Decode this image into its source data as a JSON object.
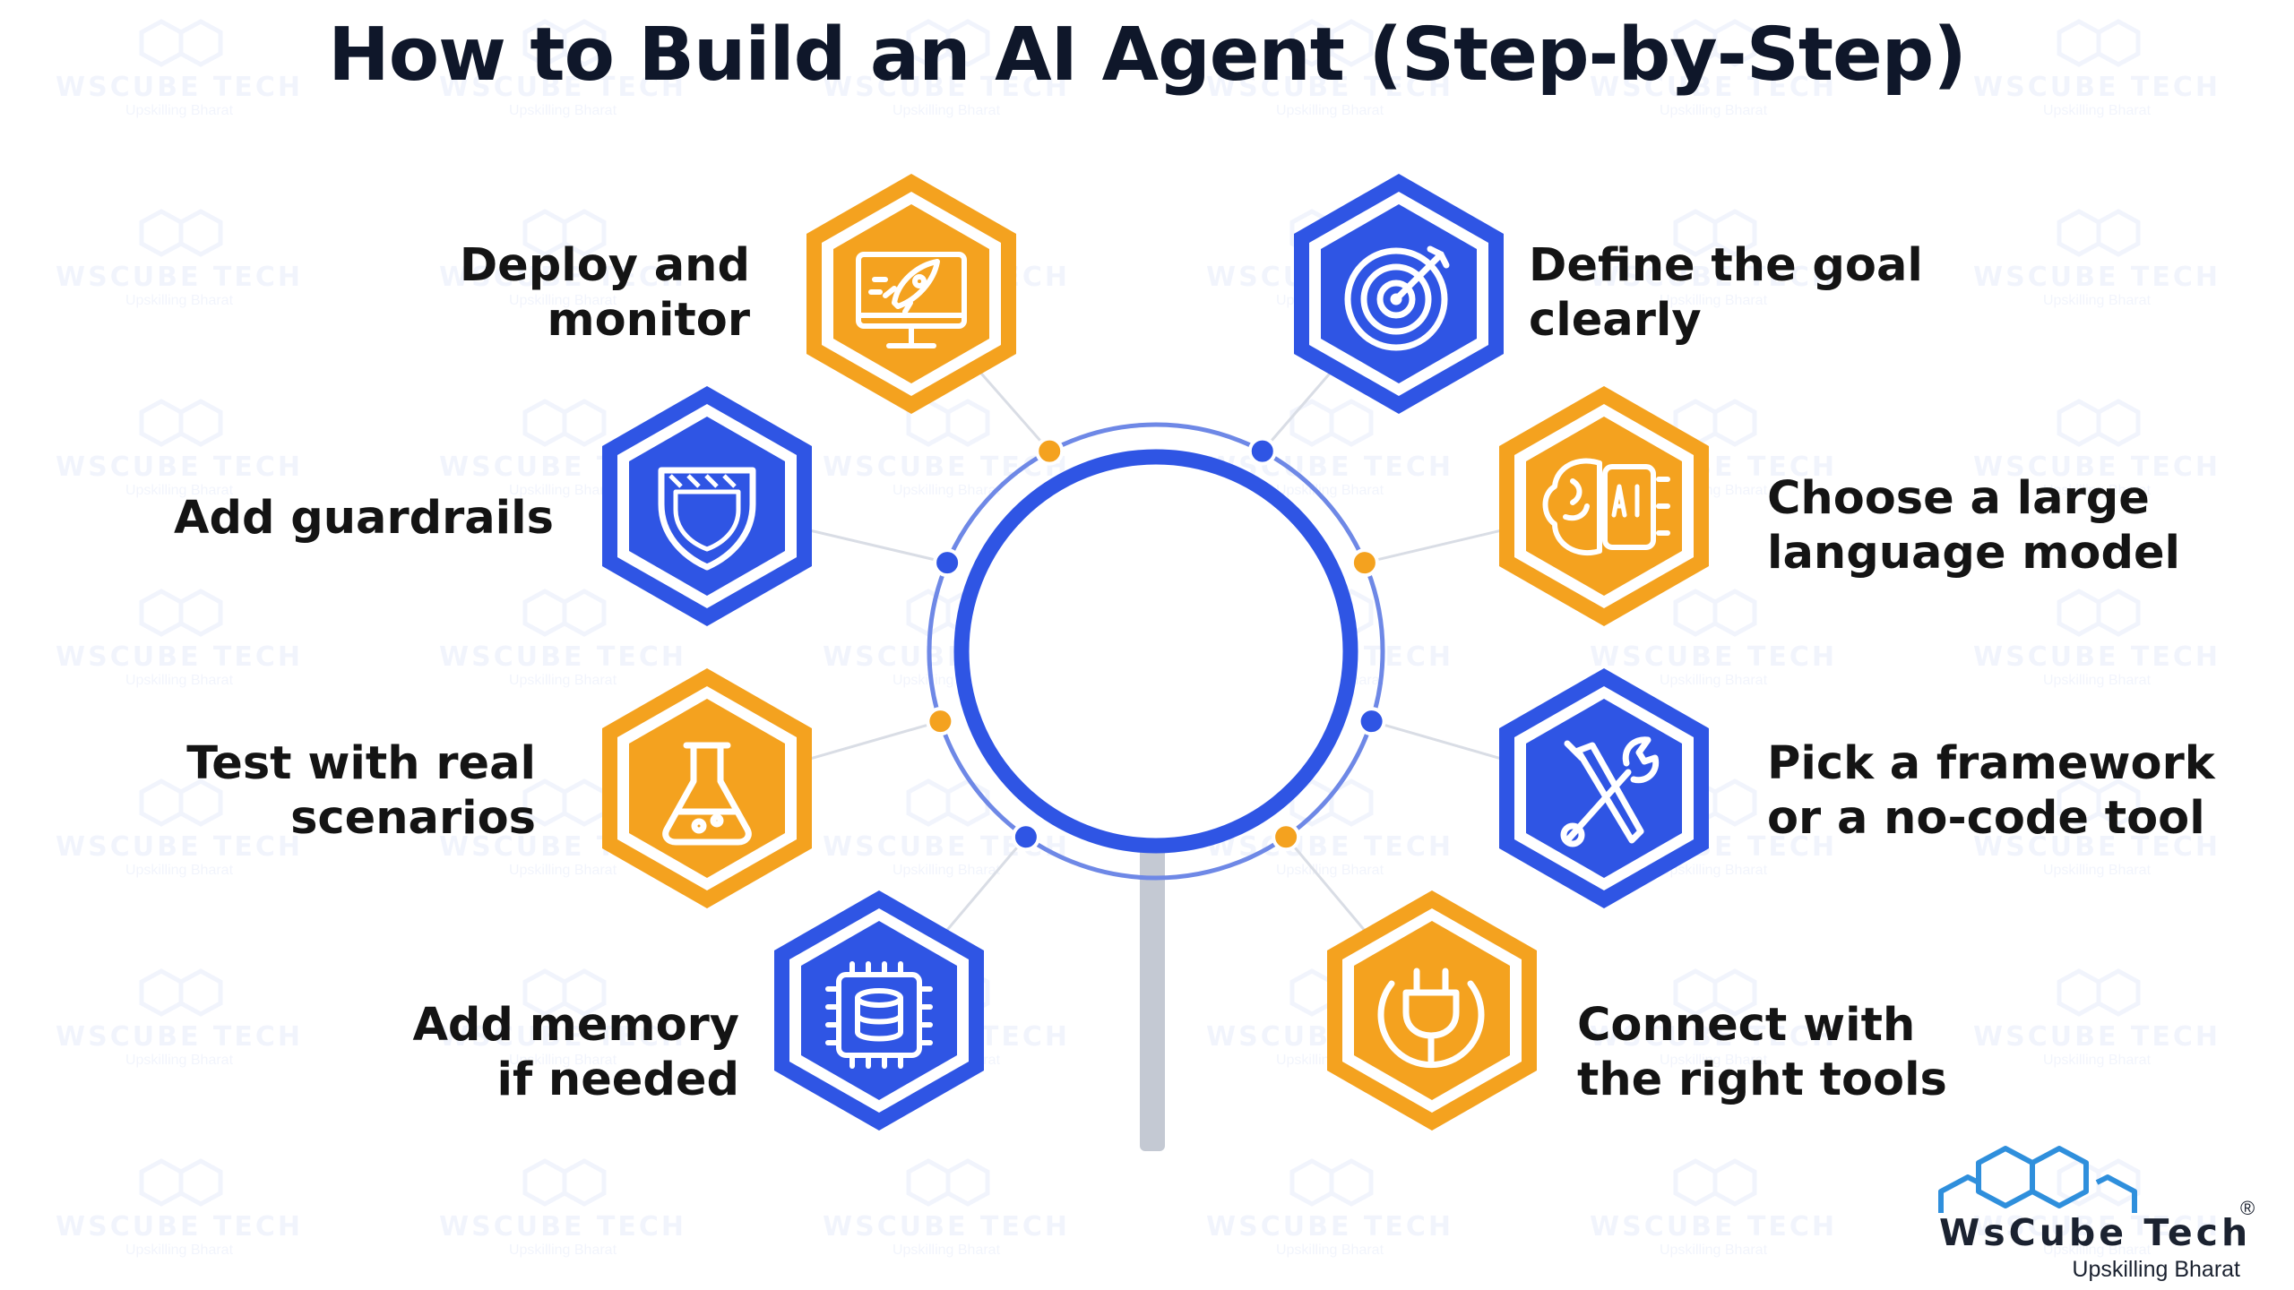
{
  "title": "How to Build an AI Agent (Step-by-Step)",
  "colors": {
    "blue": "#2f55e4",
    "orange": "#f4a21f",
    "text": "#141414"
  },
  "watermark": {
    "name": "WsCube Tech",
    "tagline": "Upskilling Bharat"
  },
  "steps": [
    {
      "id": "define-goal",
      "lines": [
        "Define the goal",
        "clearly"
      ],
      "icon": "target-icon",
      "color": "blue"
    },
    {
      "id": "choose-llm",
      "lines": [
        "Choose a large",
        "language model"
      ],
      "icon": "ai-brain-icon",
      "color": "orange"
    },
    {
      "id": "pick-framework",
      "lines": [
        "Pick a framework",
        "or a no-code tool"
      ],
      "icon": "wrench-screwdriver-icon",
      "color": "blue"
    },
    {
      "id": "connect-tools",
      "lines": [
        "Connect with",
        "the right tools"
      ],
      "icon": "plug-icon",
      "color": "orange"
    },
    {
      "id": "add-memory",
      "lines": [
        "Add memory",
        "if needed"
      ],
      "icon": "memory-chip-icon",
      "color": "blue"
    },
    {
      "id": "test-scenarios",
      "lines": [
        "Test with real",
        "scenarios"
      ],
      "icon": "flask-icon",
      "color": "orange"
    },
    {
      "id": "add-guardrails",
      "lines": [
        "Add guardrails"
      ],
      "icon": "shield-icon",
      "color": "blue"
    },
    {
      "id": "deploy-monitor",
      "lines": [
        "Deploy and",
        "monitor"
      ],
      "icon": "rocket-monitor-icon",
      "color": "orange"
    }
  ],
  "logo": {
    "name": "WsCube Tech",
    "tagline": "Upskilling Bharat",
    "registered": "®"
  }
}
